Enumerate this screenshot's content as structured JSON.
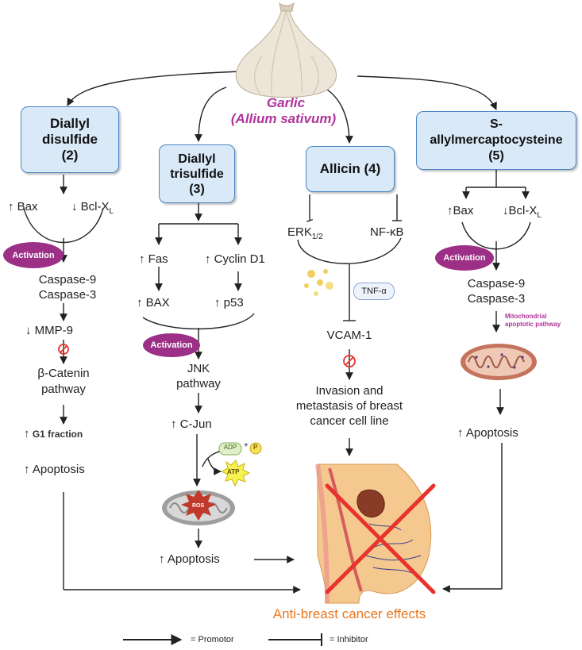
{
  "title": {
    "line1": "Garlic",
    "line2": "(Allium sativum)"
  },
  "compounds": {
    "c2": {
      "line1": "Diallyl",
      "line2": "disulfide",
      "line3": "(2)"
    },
    "c3": {
      "line1": "Diallyl",
      "line2": "trisulfide",
      "line3": "(3)"
    },
    "c4": {
      "label": "Allicin (4)"
    },
    "c5": {
      "line1": "S-",
      "line2": "allylmercaptocysteine",
      "line3": "(5)"
    }
  },
  "col1": {
    "bax": "Bax",
    "bclxl": "Bcl-X",
    "bclxl_sub": "L",
    "activation": "Activation",
    "casp9": "Caspase-9",
    "casp3": "Caspase-3",
    "mmp9": "MMP-9",
    "catenin1": "β-Catenin",
    "catenin2": "pathway",
    "g1": "G1 fraction",
    "apoptosis": "Apoptosis"
  },
  "col2": {
    "fas": "Fas",
    "cyclin": "Cyclin D1",
    "bax": "BAX",
    "p53": "p53",
    "activation": "Activation",
    "jnk1": "JNK",
    "jnk2": "pathway",
    "cjun": "C-Jun",
    "adp": "ADP",
    "plus": "+",
    "p": "P",
    "atp": "ATP",
    "ros": "ROS",
    "apoptosis": "Apoptosis"
  },
  "col3": {
    "erk": "ERK",
    "erk_sub": "1/2",
    "nfkb": "NF-κB",
    "tnf": "TNF-α",
    "vcam": "VCAM-1",
    "inv1": "Invasion and",
    "inv2": "metastasis of breast",
    "inv3": "cancer cell line"
  },
  "col4": {
    "bax": "Bax",
    "bclxl": "Bcl-X",
    "bclxl_sub": "L",
    "activation": "Activation",
    "casp9": "Caspase-9",
    "casp3": "Caspase-3",
    "mito1": "Mitochondrial",
    "mito2": "apoptotic pathway",
    "apoptosis": "Apoptosis"
  },
  "effects": "Anti-breast cancer effects",
  "legend": {
    "promotor": "= Promotor",
    "inhibitor": "= Inhibitor"
  },
  "colors": {
    "box_fill": "#d9e9f7",
    "box_border": "#4a86c5",
    "activation": "#9c2f86",
    "title": "#b0349a",
    "effects": "#e8761e",
    "cross": "#e8322c"
  }
}
